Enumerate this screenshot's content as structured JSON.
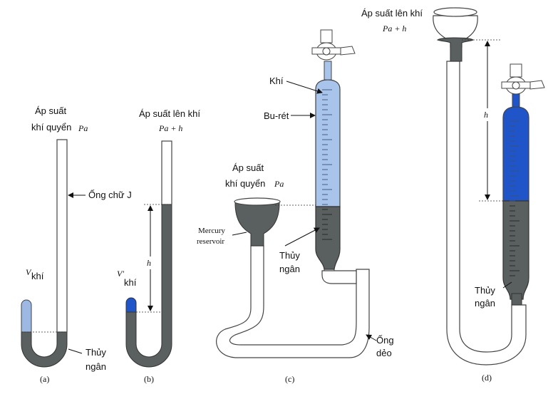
{
  "colors": {
    "mercury": "#5a5f60",
    "gas_light": "#a9c4ea",
    "gas_dark": "#1f55c8",
    "gas_a": "#9db8e3",
    "tube_outline": "#444444",
    "dashed": "#333333"
  },
  "panel_a": {
    "label_atm_line1": "Áp suất",
    "label_atm_line2": "khí quyển",
    "label_atm_sym": "Pa",
    "label_jtube": "Ống chữ J",
    "label_vgas_sym": "V",
    "label_vgas": "khí",
    "label_mercury_line1": "Thủy",
    "label_mercury_line2": "ngân",
    "caption": "(a)"
  },
  "panel_b": {
    "label_line1": "Áp suất lên khí",
    "label_sym": "Pa + h",
    "label_h": "h",
    "label_vprime_sym": "V'",
    "label_vprime": "khí",
    "caption": "(b)"
  },
  "panel_c": {
    "label_gas": "Khí",
    "label_burette": "Bu-rét",
    "label_atm_line1": "Áp suất",
    "label_atm_line2": "khí quyển",
    "label_atm_sym": "Pa",
    "label_reservoir_line1": "Mercury",
    "label_reservoir_line2": "reservoir",
    "label_mercury_line1": "Thủy",
    "label_mercury_line2": "ngân",
    "label_hose_line1": "Ống",
    "label_hose_line2": "dẻo",
    "caption": "(c)"
  },
  "panel_d": {
    "label_line1": "Áp suất lên khí",
    "label_sym": "Pa + h",
    "label_h": "h",
    "label_mercury_line1": "Thủy",
    "label_mercury_line2": "ngân",
    "caption": "(d)"
  }
}
